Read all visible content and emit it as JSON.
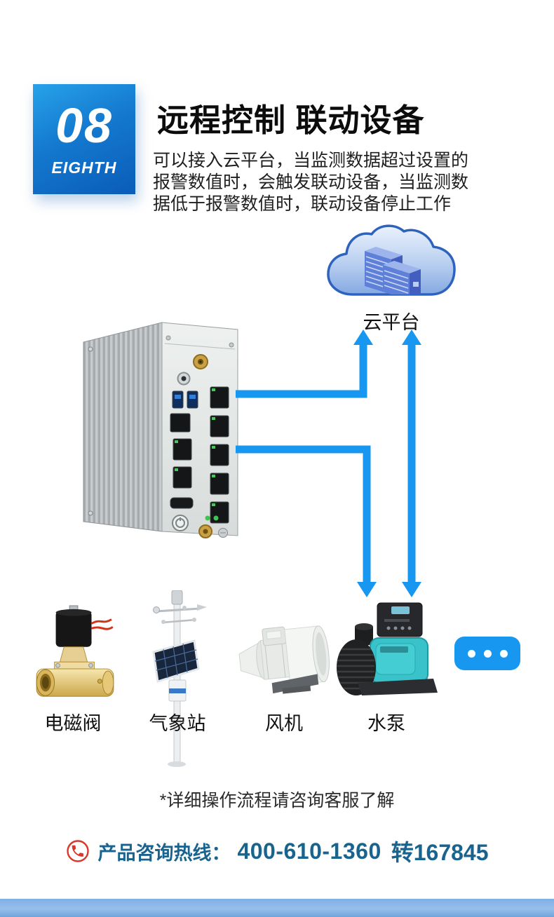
{
  "header": {
    "badge": {
      "number": "08",
      "word": "EIGHTH",
      "bg_top": "#27a2e9",
      "bg_bottom": "#0a5cb8"
    },
    "title": "远程控制 联动设备",
    "description_lines": [
      "可以接入云平台，当监测数据超过设置的",
      "报警数值时，会触发联动设备，当监测数",
      "据低于报警数值时，联动设备停止工作"
    ]
  },
  "diagram": {
    "cloud_label": "云平台",
    "cloud_icon": "cloud-server-icon",
    "gateway_icon": "industrial-gateway-image",
    "arrow_color": "#1797ef"
  },
  "devices": [
    {
      "label": "电磁阀",
      "icon": "solenoid-valve-image"
    },
    {
      "label": "气象站",
      "icon": "weather-station-image"
    },
    {
      "label": "风机",
      "icon": "duct-fan-image"
    },
    {
      "label": "水泵",
      "icon": "water-pump-image"
    }
  ],
  "more_devices": {
    "dot_count": 3,
    "color": "#1797ef"
  },
  "note": {
    "text": "*详细操作流程请咨询客服了解"
  },
  "footer": {
    "icon": "phone-icon",
    "icon_color": "#d8372a",
    "hotline_label": "产品咨询热线：",
    "hotline_number": "400-610-1360",
    "hotline_ext": "转167845",
    "text_color": "#19648f"
  }
}
